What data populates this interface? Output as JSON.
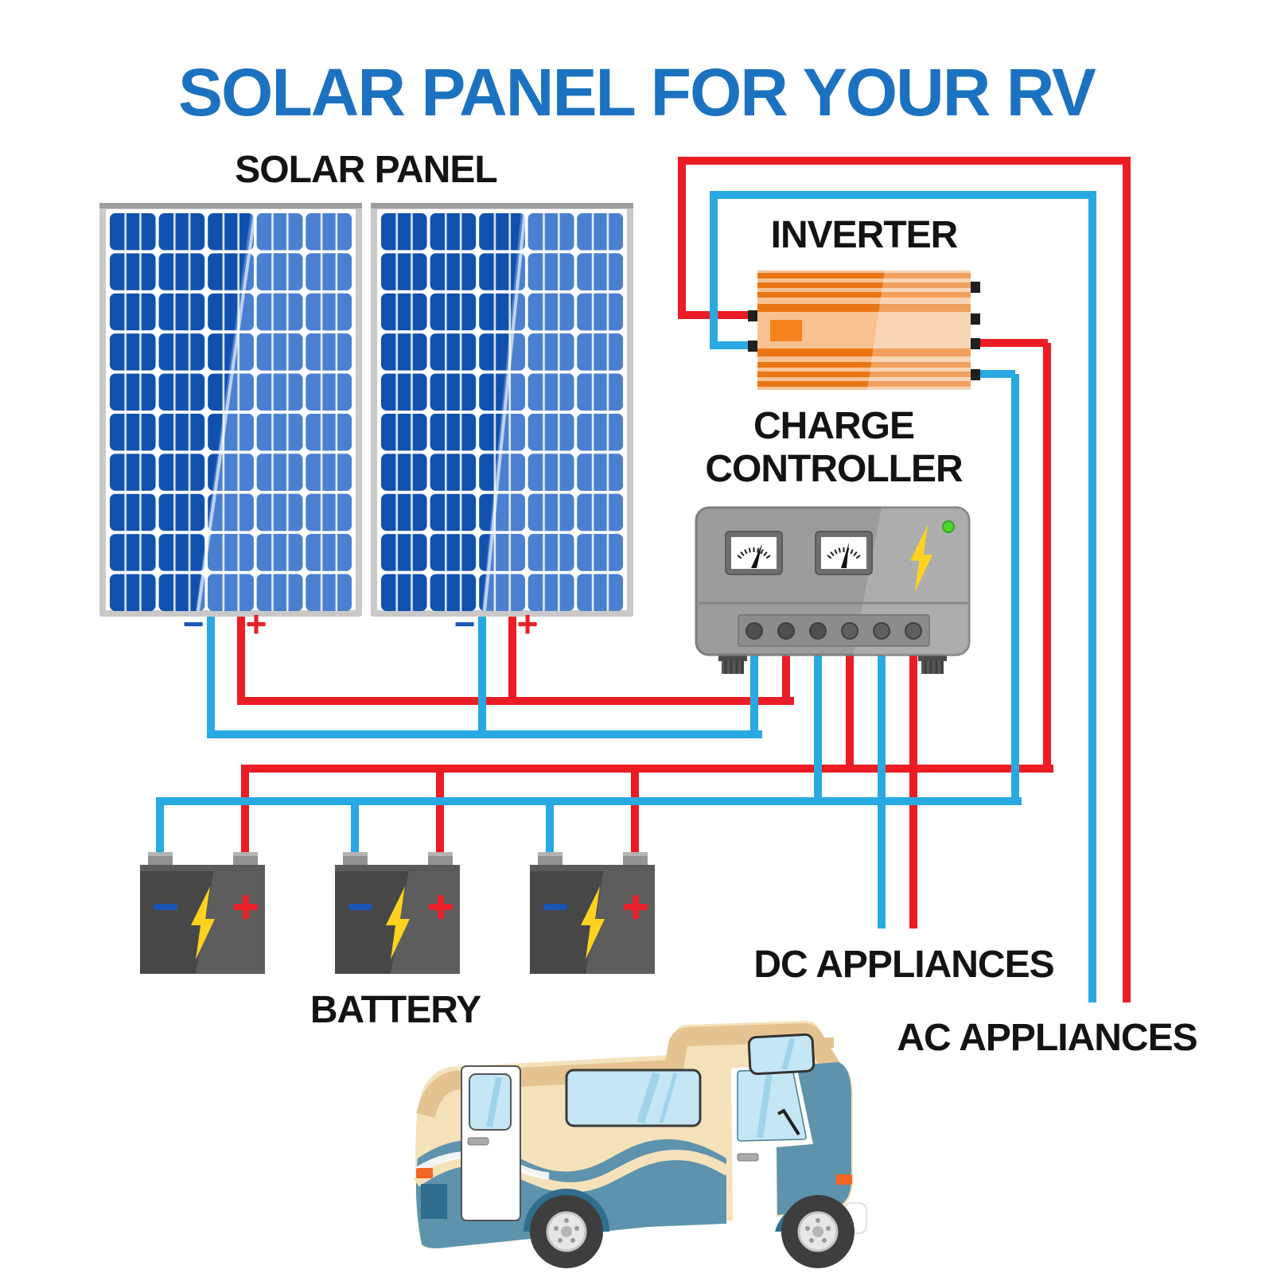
{
  "title": "SOLAR PANEL FOR YOUR RV",
  "labels": {
    "solar_panel": "SOLAR PANEL",
    "inverter": "INVERTER",
    "charge_controller_line1": "CHARGE",
    "charge_controller_line2": "CONTROLLER",
    "battery": "BATTERY",
    "dc_appliances": "DC APPLIANCES",
    "ac_appliances": "AC APPLIANCES"
  },
  "symbols": {
    "negative": "−",
    "positive": "+"
  },
  "colors": {
    "title_blue": "#1B72C0",
    "label_text": "#131313",
    "wire_positive_red": "#EC1C24",
    "wire_negative_blue": "#29A9E1",
    "panel_cell_dark": "#1151AE",
    "panel_cell_light": "#4A80D0",
    "panel_frame": "#C9C9C9",
    "inverter_stripe_orange": "#EA7514",
    "inverter_base_orange": "#F8C192",
    "controller_gray": "#9C9C9C",
    "battery_gray": "#474747",
    "bolt_yellow": "#FFD21E",
    "led_green": "#4CD62C",
    "rv_cream": "#F5E2BB",
    "rv_blue": "#5E93AD"
  },
  "components": [
    "solar-panel-1",
    "solar-panel-2",
    "inverter",
    "charge-controller",
    "battery-1",
    "battery-2",
    "battery-3",
    "dc-appliances-wires",
    "ac-appliances-wires",
    "rv-illustration"
  ],
  "wiring": {
    "positive_wire_color_meaning": "positive (+)",
    "negative_wire_color_meaning": "negative (−)",
    "panels_to_controller": "panel − and + buses into controller terminals 1-2",
    "controller_to_batteries": "terminals 3-4 to battery bus bars",
    "controller_to_dc": "terminals 5-6 down to DC APPLIANCES",
    "inverter_to_ac": "inverter output around top and down to AC APPLIANCES"
  }
}
